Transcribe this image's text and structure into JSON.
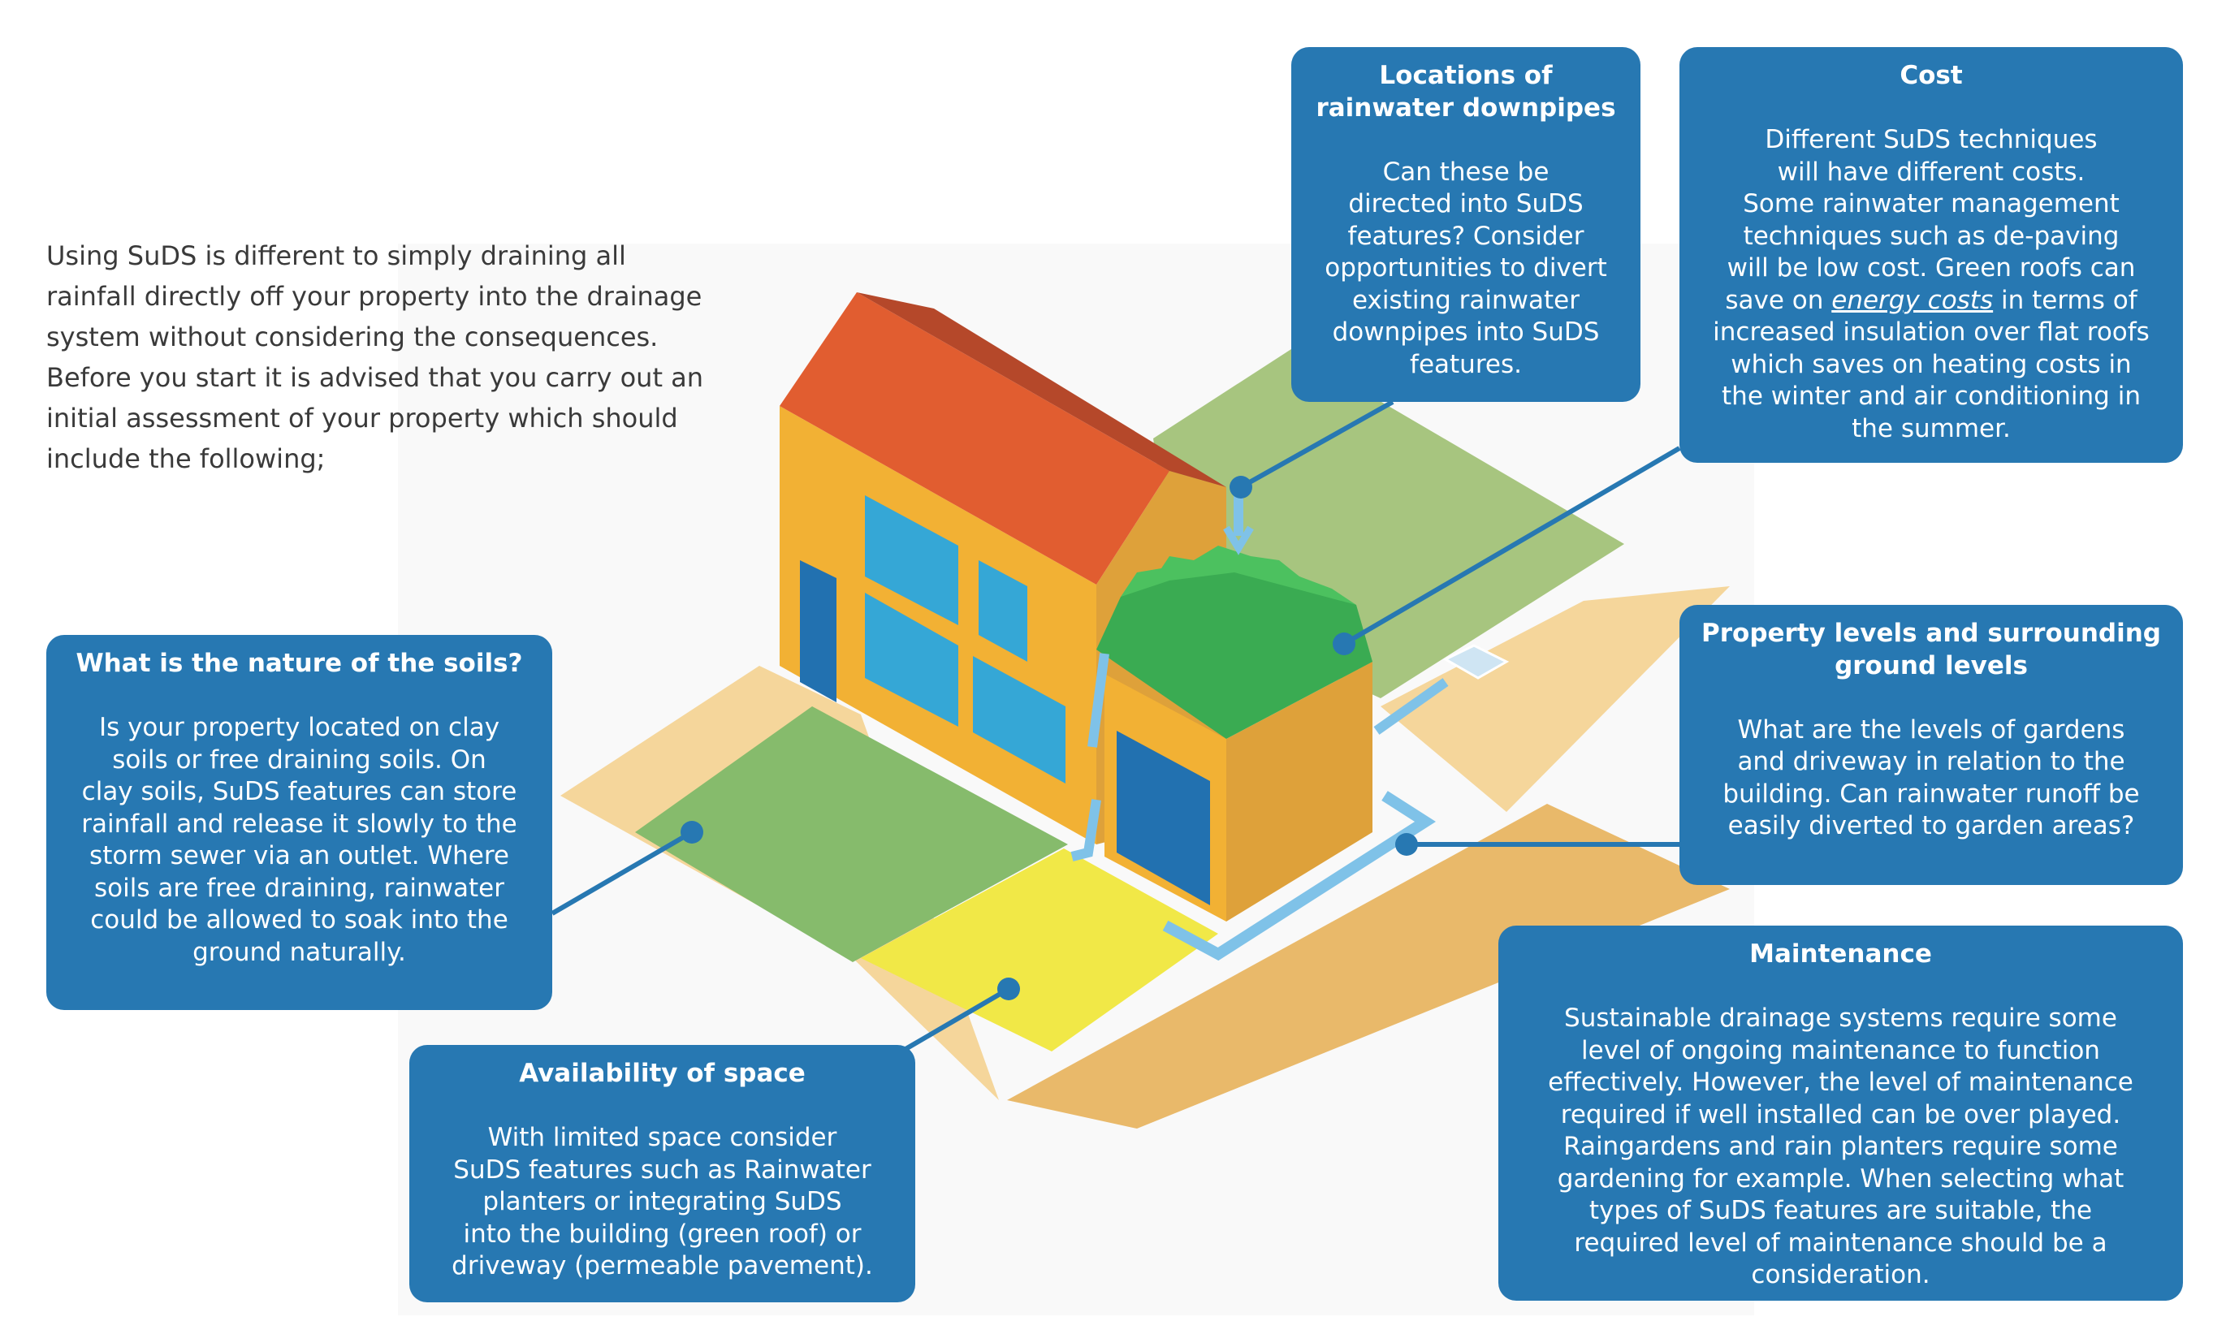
{
  "intro": {
    "lines": [
      "Using SuDS is different to simply draining all",
      "rainfall directly off your property into the drainage",
      "system without considering the consequences.",
      "Before you start it is advised that you carry out an",
      "initial assessment of your property which should",
      "include the following;"
    ]
  },
  "callouts": {
    "downpipes": {
      "title_lines": [
        "Locations of",
        "rainwater downpipes"
      ],
      "body_lines": [
        "Can these be",
        "directed into SuDS",
        "features? Consider",
        "opportunities to divert",
        "existing rainwater",
        "downpipes into SuDS",
        "features."
      ]
    },
    "cost": {
      "title_lines": [
        "Cost"
      ],
      "body_lines": [
        "Different SuDS techniques",
        "will have different costs.",
        "Some rainwater management",
        "techniques such as de-paving",
        "will be low cost. Green roofs can"
      ],
      "line6_before": "save on ",
      "line6_em": "energy costs",
      "line6_after": " in terms of",
      "body_lines_end": [
        "increased insulation over flat roofs",
        "which saves on heating costs in",
        "the winter and air conditioning in",
        "the summer."
      ]
    },
    "soils": {
      "title_lines": [
        "What is the nature of the soils?"
      ],
      "body_lines": [
        "Is your property located on clay",
        "soils or free draining soils. On",
        "clay soils, SuDS features can store",
        "rainfall and release it slowly to the",
        "storm sewer via an outlet. Where",
        "soils are free draining, rainwater",
        "could be allowed to soak into the",
        "ground naturally."
      ]
    },
    "levels": {
      "title_lines": [
        "Property levels and surrounding",
        "ground levels"
      ],
      "body_lines": [
        "What are the levels of gardens",
        "and driveway in relation to the",
        "building. Can rainwater runoff be",
        "easily diverted to garden areas?"
      ]
    },
    "maintenance": {
      "title_lines": [
        "Maintenance"
      ],
      "body_lines": [
        "Sustainable drainage systems require some",
        "level of ongoing maintenance to function",
        "effectively. However, the level of maintenance",
        "required if well installed can be over played.",
        "Raingardens and rain planters require some",
        "gardening for example. When selecting what",
        "types of SuDS features are suitable, the",
        "required level of maintenance should be a",
        "consideration."
      ]
    },
    "space": {
      "title_lines": [
        "Availability of space"
      ],
      "body_lines": [
        "With limited space consider",
        "SuDS features such as Rainwater",
        "planters or integrating SuDS",
        "into the building (green roof) or",
        "driveway (permeable pavement)."
      ]
    }
  },
  "colors": {
    "callout_blue": "#2778b2",
    "wall_front": "#f2b134",
    "wall_side": "#dea13a",
    "roof": "#e15d30",
    "roof_ridge": "#b5482a",
    "window": "#35a7d6",
    "door": "#2271b0",
    "lawn": "#86bb6c",
    "lawn_back": "#a7c57f",
    "paving_light": "#f5d69b",
    "paving_dark": "#e9b96a",
    "permeable": "#f1e847",
    "green_roof": "#3aab52"
  }
}
